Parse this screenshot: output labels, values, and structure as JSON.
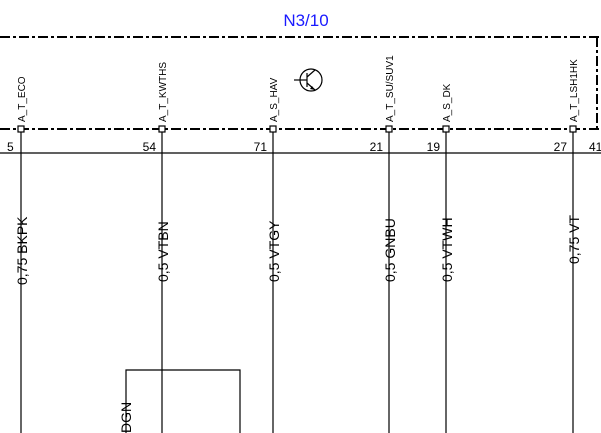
{
  "title": "N3/10",
  "edge_pins": {
    "left": "5",
    "right": "41"
  },
  "pins": [
    {
      "pin": "54",
      "signal": "A_T_KWTHS",
      "wire": "0,5 VTBN"
    },
    {
      "pin": "71",
      "signal": "A_S_HAV",
      "wire": "0,5 VTGY"
    },
    {
      "pin": "21",
      "signal": "A_T_SU/SUV1",
      "wire": "0,5 GNBU"
    },
    {
      "pin": "19",
      "signal": "A_S_DK",
      "wire": "0,5 VTWH"
    },
    {
      "pin": "27",
      "signal": "A_T_LSH1HK",
      "wire": "0,75 VT"
    }
  ],
  "left_pin": {
    "signal": "A_T_ECO",
    "wire": "0,75 BKPK"
  },
  "component_label": "DGN"
}
